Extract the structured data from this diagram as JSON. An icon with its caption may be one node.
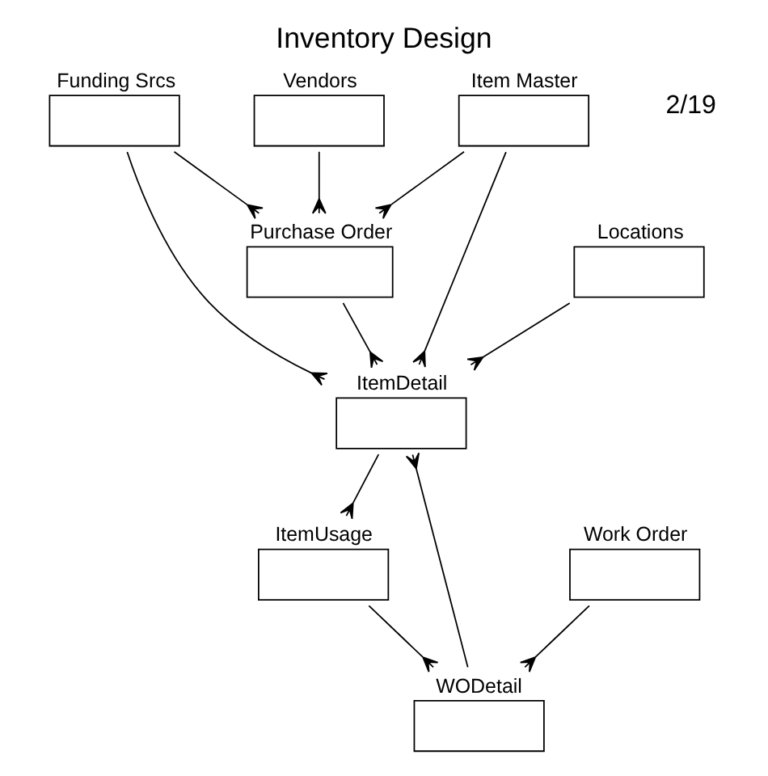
{
  "diagram": {
    "title": "Inventory Design",
    "nodes": [
      {
        "text": [
          "Funding Srcs"
        ]
      },
      {
        "text": [
          "Item Master"
        ]
      },
      {
        "text": [
          "Purchase Order"
        ]
      },
      {
        "text": [
          "Vendors"
        ]
      },
      {
        "text": [
          "Locations"
        ]
      },
      {
        "text": [
          "ItemDetail"
        ]
      },
      {
        "text": [
          "ItemUsage"
        ]
      },
      {
        "text": [
          "Work Order"
        ]
      },
      {
        "text": [
          "WODetail"
        ]
      }
    ],
    "edges": [
      {
        "from": 1,
        "to": 2,
        "arrow": "other"
      },
      {
        "from": 0,
        "to": 2,
        "arrow": "other"
      },
      {
        "from": 3,
        "to": 2,
        "arrow": "other"
      },
      {
        "from": 1,
        "to": 5,
        "arrow": "other"
      },
      {
        "from": 2,
        "to": 5,
        "arrow": "other"
      },
      {
        "from": 4,
        "to": 5,
        "arrow": "other"
      },
      {
        "from": 0,
        "to": 5,
        "arrow": "other"
      },
      {
        "from": 5,
        "to": 6,
        "arrow": "other"
      },
      {
        "from": 8,
        "to": 5,
        "arrow": "other"
      },
      {
        "from": 6,
        "to": 8,
        "arrow": "other"
      },
      {
        "from": 7,
        "to": 8,
        "arrow": "other"
      }
    ],
    "labels": [
      "2/19"
    ]
  }
}
